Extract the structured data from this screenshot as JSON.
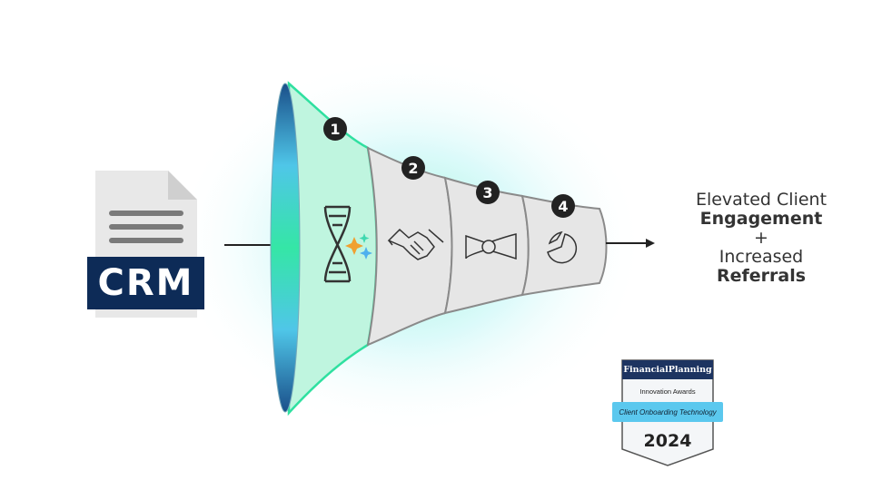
{
  "crm": {
    "label": "CRM"
  },
  "stages": [
    {
      "number": "1",
      "icon": "dna-sparkle-icon"
    },
    {
      "number": "2",
      "icon": "handshake-icon"
    },
    {
      "number": "3",
      "icon": "bow-tie-icon"
    },
    {
      "number": "4",
      "icon": "pie-chart-icon"
    }
  ],
  "outcome": {
    "line1": "Elevated Client",
    "line2": "Engagement",
    "plus": "+",
    "line3": "Increased",
    "line4": "Referrals"
  },
  "award": {
    "brand": "FinancialPlanning",
    "title": "Innovation Awards",
    "category": "Client Onboarding Technology",
    "year": "2024"
  },
  "colors": {
    "navy": "#0d2b57",
    "green": "#2fe0a0",
    "blue": "#5bc8ee",
    "gray": "#e6e6e6"
  }
}
